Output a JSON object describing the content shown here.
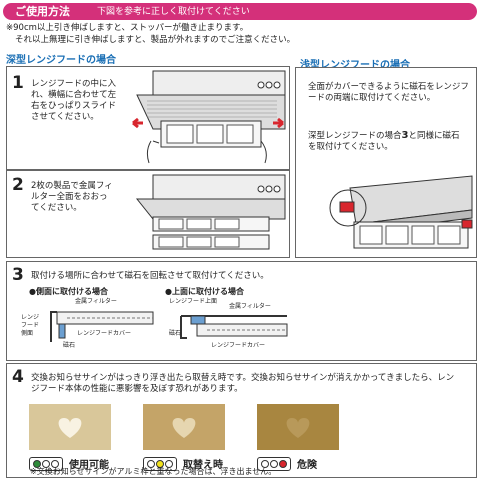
{
  "header": {
    "title": "ご使用方法",
    "subtitle": "下図を参考に正しく取付けてください"
  },
  "notes": [
    "※90cm以上引き伸ばしますと、ストッパーが働き止まります。",
    "それ以上無理に引き伸ばしますと、製品が外れますのでご注意ください。"
  ],
  "deep": {
    "title": "深型レンジフードの場合",
    "step1": {
      "num": "1",
      "text": "レンジフードの中に入れ、横幅に合わせて左右をひっぱりスライドさせてください。"
    },
    "step2": {
      "num": "2",
      "text": "2枚の製品で金属フィルター全面をおおってください。"
    }
  },
  "shallow": {
    "title": "浅型レンジフードの場合",
    "text1": "全面がカバーできるように磁石をレンジフードの両端に取付けてください。",
    "text2a": "深型レンジフードの場合",
    "text2num": "3",
    "text2b": "と同様に磁石を取付けてください。"
  },
  "step3": {
    "num": "3",
    "text": "取付ける場所に合わせて磁石を回転させて取付けてください。",
    "left": {
      "title": "●側面に取付ける場合",
      "l_metal": "金属フィルター",
      "l_side1": "レンジ",
      "l_side2": "フード",
      "l_side3": "側面",
      "l_magnet": "磁石",
      "l_cover": "レンジフードカバー"
    },
    "right": {
      "title": "●上面に取付ける場合",
      "l_top": "レンジフード上面",
      "l_metal": "金属フィルター",
      "l_magnet": "磁石",
      "l_cover": "レンジフードカバー"
    }
  },
  "step4": {
    "num": "4",
    "text": "交換お知らせサインがはっきり浮き出たら取替え時です。交換お知らせサインが消えかかってきましたら、レンジフード本体の性能に悪影響を及ぼす恐れがあります。",
    "states": [
      {
        "label": "使用可能",
        "light": "#2e8b3a",
        "swatch": "#d9c79a"
      },
      {
        "label": "取替え時",
        "light": "#f2e21a",
        "swatch": "#c4a468"
      },
      {
        "label": "危険",
        "light": "#d8262e",
        "swatch": "#a88640"
      }
    ],
    "footnote": "※交換お知らせサインがアルミ枠と重なった場合は、浮き出ません。"
  },
  "colors": {
    "accent": "#d4307a",
    "heading": "#1a6fb5"
  }
}
